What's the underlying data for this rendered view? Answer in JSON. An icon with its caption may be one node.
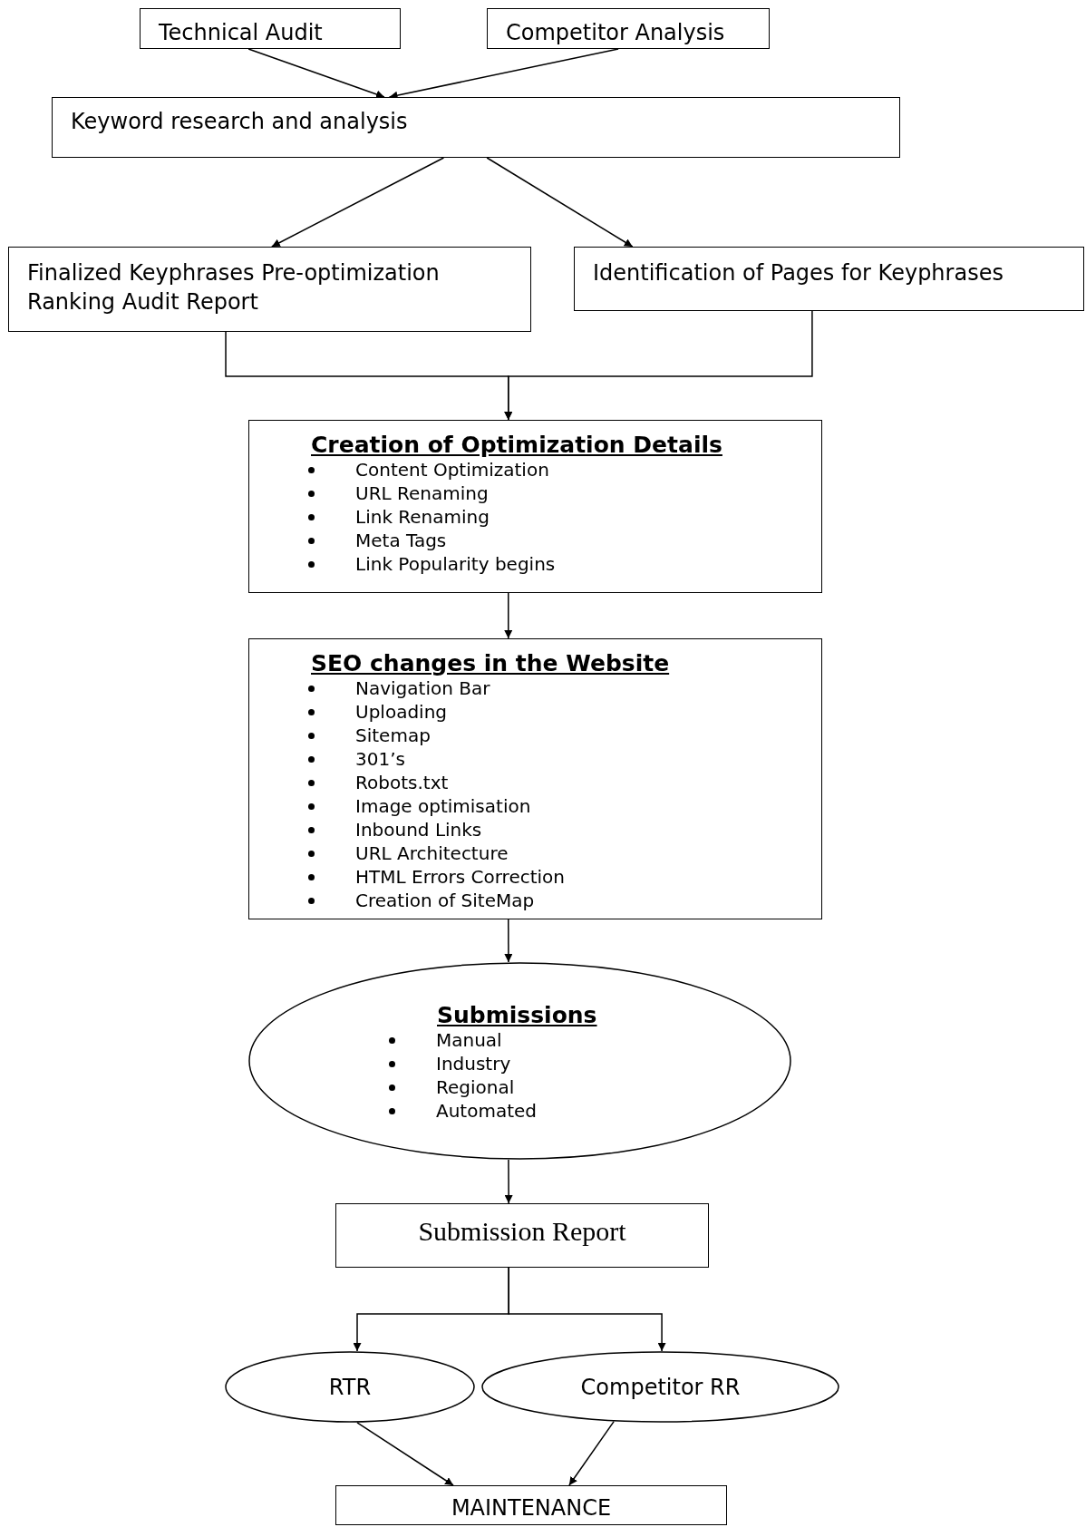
{
  "diagram": {
    "nodes": [
      {
        "text": [
          "Technical Audit"
        ]
      },
      {
        "text": [
          "Competitor Analysis"
        ]
      },
      {
        "text": [
          "Keyword research and analysis"
        ]
      },
      {
        "text": [
          "Finalized Keyphrases Pre-optimization Ranking Audit Report"
        ]
      },
      {
        "text": [
          "Identification of Pages for Keyphrases"
        ]
      },
      {
        "text": [
          "Creation of Optimization Details",
          "Content Optimization",
          "URL Renaming",
          "Link Renaming",
          "Meta Tags",
          "Link Popularity begins"
        ]
      },
      {
        "text": [
          "SEO changes in the Website",
          "Navigation Bar",
          "Uploading",
          "Sitemap",
          "301’s",
          "Robots.txt",
          "Image optimisation",
          "Inbound Links",
          "URL Architecture",
          "HTML Errors Correction",
          "Creation of SiteMap"
        ]
      },
      {
        "text": [
          "Submissions",
          "Manual",
          "Industry",
          "Regional",
          "Automated"
        ]
      },
      {
        "text": [
          "Submission Report"
        ]
      },
      {
        "text": [
          "RTR"
        ]
      },
      {
        "text": [
          "Competitor RR"
        ]
      },
      {
        "text": [
          "MAINTENANCE"
        ]
      }
    ],
    "edges": [
      {
        "from": 0,
        "to": 2,
        "arrow": "to"
      },
      {
        "from": 1,
        "to": 2,
        "arrow": "to"
      },
      {
        "from": 2,
        "to": 3,
        "arrow": "to"
      },
      {
        "from": 2,
        "to": 4,
        "arrow": "to"
      },
      {
        "from": 3,
        "to": 5,
        "arrow": "to"
      },
      {
        "from": 4,
        "to": 5,
        "arrow": "to"
      },
      {
        "from": 5,
        "to": 6,
        "arrow": "to"
      },
      {
        "from": 6,
        "to": 7,
        "arrow": "to"
      },
      {
        "from": 7,
        "to": 8,
        "arrow": "to"
      },
      {
        "from": 8,
        "to": 9,
        "arrow": "to"
      },
      {
        "from": 8,
        "to": 10,
        "arrow": "to"
      },
      {
        "from": 9,
        "to": 11,
        "arrow": "to"
      },
      {
        "from": 10,
        "to": 11,
        "arrow": "to"
      }
    ]
  }
}
